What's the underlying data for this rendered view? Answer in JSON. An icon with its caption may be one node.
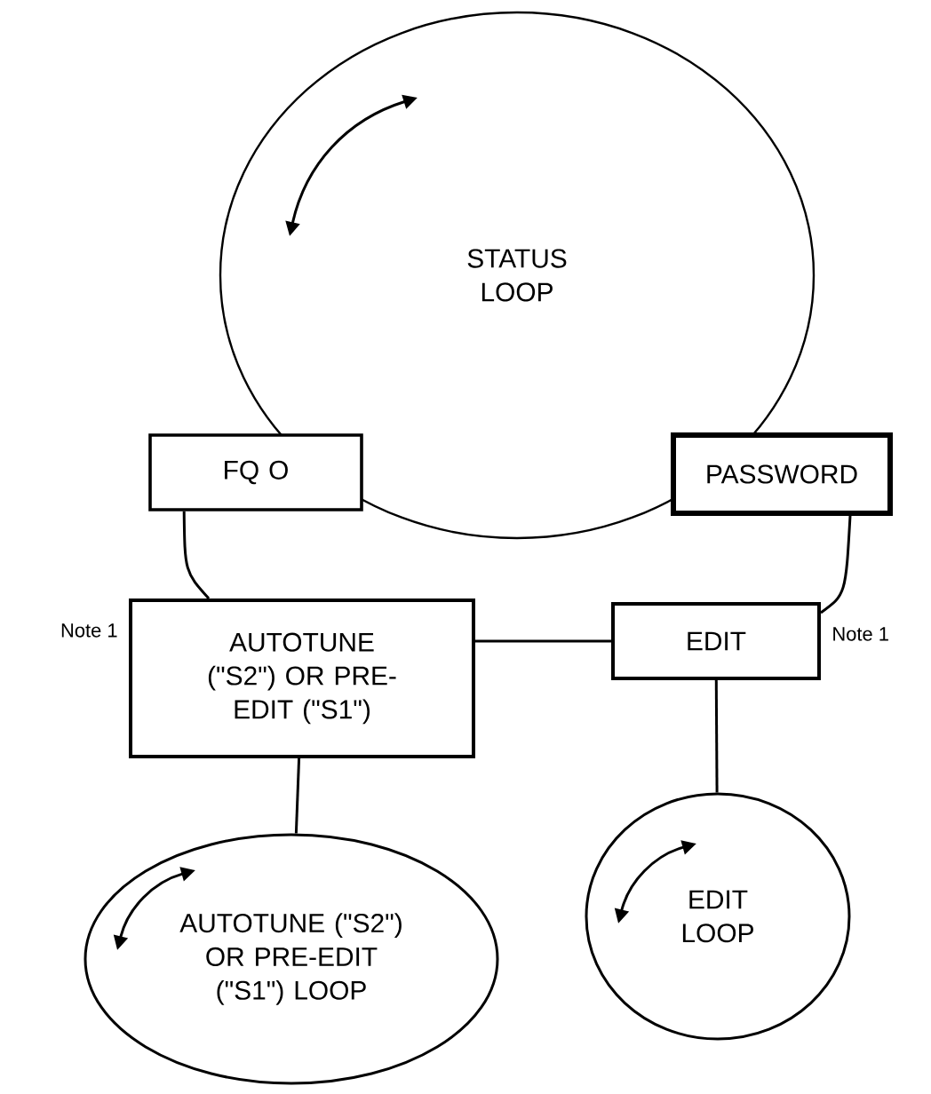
{
  "diagram": {
    "nodes": [
      {
        "text": [
          "STATUS LOOP"
        ]
      },
      {
        "text": [
          "FQ O"
        ]
      },
      {
        "text": [
          "PASSWORD"
        ]
      },
      {
        "text": [
          "AUTOTUNE (\"S2\") OR PRE-EDIT (\"S1\")"
        ],
        "beside": [
          "Note 1"
        ]
      },
      {
        "text": [
          "EDIT"
        ],
        "beside": [
          "Note 1"
        ]
      },
      {
        "text": [
          "AUTOTUNE (\"S2\") OR PRE-EDIT (\"S1\") LOOP"
        ]
      },
      {
        "text": [
          "EDIT LOOP"
        ]
      }
    ],
    "edges": [
      {
        "from": 1,
        "to": 3,
        "arrow": "none"
      },
      {
        "from": 2,
        "to": 4,
        "arrow": "none"
      },
      {
        "from": 3,
        "to": 4,
        "arrow": "none"
      },
      {
        "from": 3,
        "to": 5,
        "arrow": "none"
      },
      {
        "from": 4,
        "to": 6,
        "arrow": "none"
      }
    ]
  }
}
